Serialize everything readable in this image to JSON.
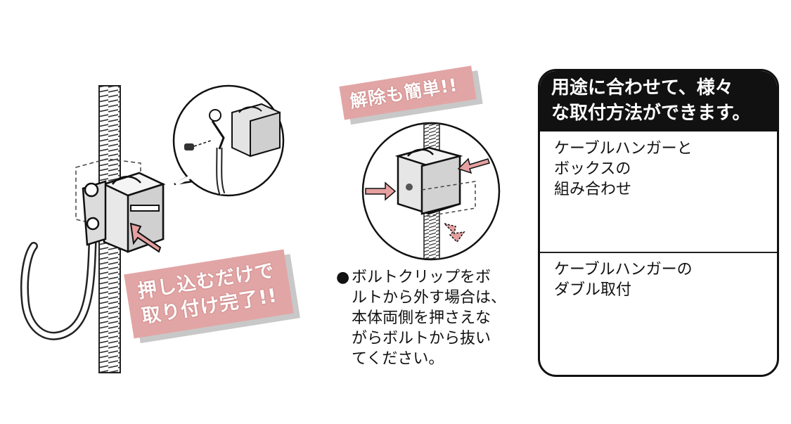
{
  "left_banner": {
    "line1": "押し込むだけで",
    "line2": "取り付け完了!!"
  },
  "middle_banner": {
    "text": "解除も簡単!!"
  },
  "note": {
    "bullet": "●",
    "lines": [
      "ボルトクリップをボ",
      "ルトから外す場合は、",
      "本体両側を押さえな",
      "がらボルトから抜い",
      "てください。"
    ]
  },
  "panel": {
    "title_line1": "用途に合わせて、様々",
    "title_line2": "な取付方法ができます。",
    "section1": {
      "line1": "ケーブルハンガーと",
      "line2": "ボックスの",
      "line3": "組み合わせ"
    },
    "section2": {
      "line1": "ケーブルハンガーの",
      "line2": "ダブル取付"
    }
  },
  "colors": {
    "banner_pink": "#e2a5a5",
    "arrow_pink": "#e6a0a0",
    "outline": "#111111",
    "clip_gray": "#d5d5d5"
  }
}
